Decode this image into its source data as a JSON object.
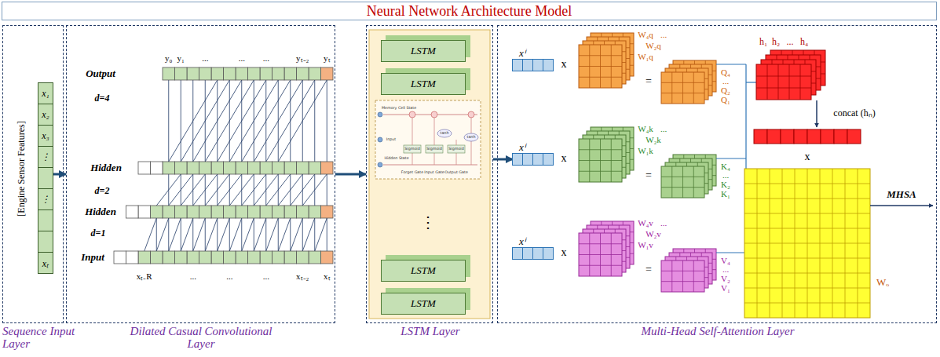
{
  "diagram": {
    "title": "Neural Network Architecture Model",
    "nodes": [
      {
        "text": [
          "Sequence Input Layer"
        ]
      },
      {
        "text": [
          "x₁",
          "x₂",
          "x₃",
          "⋮",
          "⋮",
          "xₜ"
        ],
        "in": 0
      },
      {
        "text": [
          "Dilated Casual Convolutional Layer"
        ]
      },
      {
        "text": [
          "LSTM Layer"
        ]
      },
      {
        "text": [
          "LSTM"
        ],
        "in": 3
      },
      {
        "text": [
          "LSTM"
        ],
        "in": 3
      },
      {
        "text": [
          "LSTM"
        ],
        "in": 3
      },
      {
        "text": [
          "LSTM"
        ],
        "in": 3
      },
      {
        "text": [
          "Multi-Head Self-Attention Layer"
        ]
      },
      {
        "text": [
          "xⁱ"
        ],
        "in": 8
      },
      {
        "text": [
          "xⁱ"
        ],
        "in": 8
      },
      {
        "text": [
          "xⁱ"
        ],
        "in": 8
      }
    ],
    "edges": [
      {
        "from": 1,
        "to": 2,
        "arrow": "to"
      },
      {
        "from": 2,
        "to": 3,
        "arrow": "to"
      },
      {
        "from": 3,
        "to": 10,
        "arrow": "to"
      }
    ],
    "labels": [
      "[Engine Sensor Features]",
      "Output",
      "d=4",
      "Hidden",
      "d=2",
      "Hidden",
      "d=1",
      "Input",
      "y₀",
      "y₁",
      "...",
      "...",
      "...",
      "yₜ₋₂",
      "yₜ",
      "xₜ₋R",
      "...",
      "...",
      "...",
      "xₜ₋₂",
      "xₜ",
      "Memory Cell State",
      "Input",
      "Hidden State",
      "Sigmoid",
      "Sigmoid",
      "Sigmoid",
      "tanh",
      "tanh",
      "Forget Gate",
      "Input Gate",
      "Output Gate",
      "⋮",
      "x",
      "W₄q",
      "...",
      "W₂q",
      "W₁q",
      "=",
      "Q₄",
      "...",
      "Q₂",
      "Q₁",
      "x",
      "W₄k",
      "...",
      "W₂k",
      "W₁k",
      "=",
      "K₄",
      "...",
      "K₂",
      "K₁",
      "x",
      "W₄v",
      "...",
      "W₂v",
      "W₁v",
      "=",
      "V₄",
      "...",
      "V₂",
      "V₁",
      "h₁",
      "h₂",
      "...",
      "h₄",
      "concat (hₙ)",
      "x",
      "MHSA",
      "Wₒ"
    ]
  }
}
